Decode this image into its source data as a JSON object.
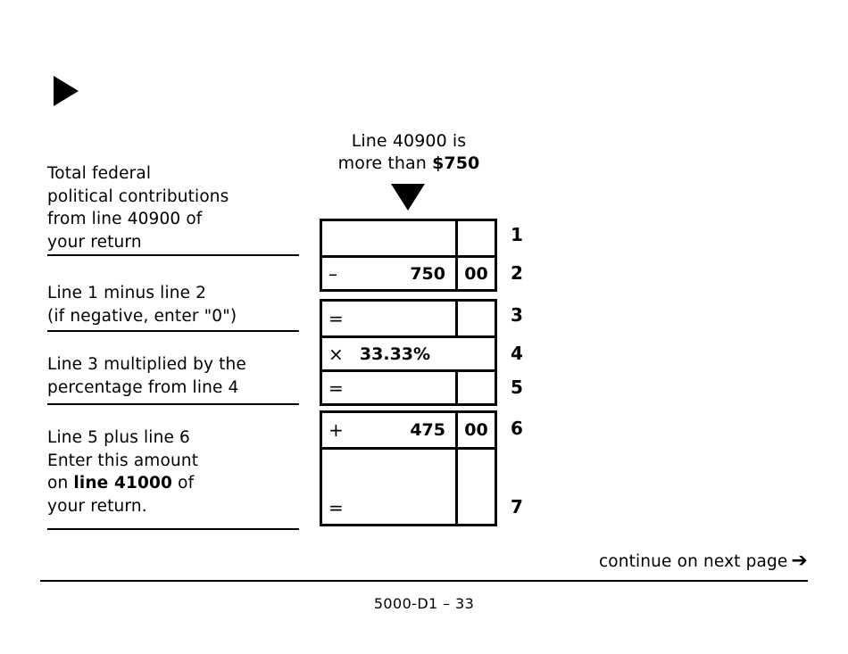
{
  "form": {
    "page_code": "5000-D1 – 33",
    "continue_note": "continue on next page",
    "continue_arrow": "➔"
  },
  "header": {
    "line_1": "Line 40900 is",
    "line_2_prefix": "more than ",
    "line_2_bold": "$750"
  },
  "labels": {
    "block_1": {
      "l1": "Total federal",
      "l2": "political contributions",
      "l3": "from line 40900 of",
      "l4": "your return"
    },
    "block_2": {
      "l1": "Line 1 minus line 2",
      "l2": "(if negative, enter \"0\")"
    },
    "block_3": {
      "l1": "Line 3 multiplied by the",
      "l2": "percentage from line 4"
    },
    "block_4": {
      "l1": "Line 5 plus line 6",
      "l2": "Enter this amount",
      "l3_prefix": "on ",
      "l3_bold": "line 41000",
      "l3_suffix": " of",
      "l4": "your return."
    }
  },
  "worksheet": {
    "rows": [
      {
        "number": "1",
        "operator": "",
        "amount": "",
        "cents": "",
        "has_cents_cell": true
      },
      {
        "number": "2",
        "operator": "–",
        "amount": "750",
        "cents": "00",
        "has_cents_cell": true
      },
      {
        "number": "3",
        "operator": "=",
        "amount": "",
        "cents": "",
        "has_cents_cell": true
      },
      {
        "number": "4",
        "operator": "×",
        "amount": "33.33%",
        "cents": "",
        "has_cents_cell": false
      },
      {
        "number": "5",
        "operator": "=",
        "amount": "",
        "cents": "",
        "has_cents_cell": true
      },
      {
        "number": "6",
        "operator": "+",
        "amount": "475",
        "cents": "00",
        "has_cents_cell": true
      },
      {
        "number": "7",
        "operator": "=",
        "amount": "",
        "cents": "",
        "has_cents_cell": true
      }
    ]
  }
}
